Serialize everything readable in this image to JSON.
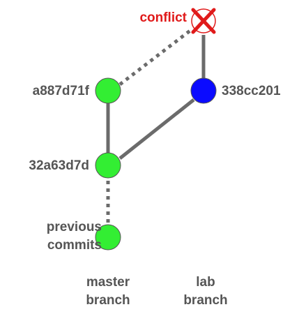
{
  "colors": {
    "edge": "#6b6b6b",
    "master_node": "#33ee33",
    "lab_node": "#0b0bff",
    "conflict": "#e01a1a",
    "text": "#555555"
  },
  "commits": {
    "top_master": "a887d71f",
    "base": "32a63d7d",
    "lab": "338cc201",
    "previous_line1": "previous",
    "previous_line2": "commits"
  },
  "conflict_label": "conflict",
  "branches": {
    "master_line1": "master",
    "master_line2": "branch",
    "lab_line1": "lab",
    "lab_line2": "branch"
  }
}
